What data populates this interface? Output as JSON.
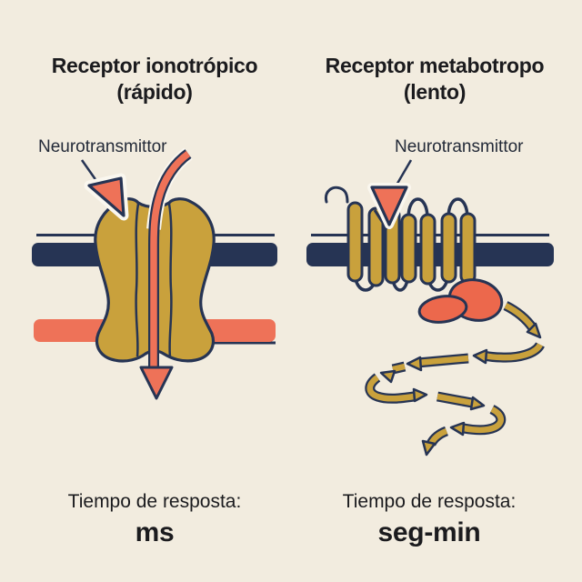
{
  "colors": {
    "background": "#f2ecdf",
    "navy": "#263454",
    "gold": "#c9a13c",
    "salmon": "#ee7258",
    "salmon_deep": "#ec684c",
    "halo": "#faf7ef",
    "text_dark": "#1b1b1e",
    "text_label": "#232a38"
  },
  "left_panel": {
    "title_line1": "Receptor ionotrópico",
    "title_line2": "(rápido)",
    "neurotransmitter_label": "Neurotransmittor",
    "response_label": "Tiempo de resposta:",
    "response_value": "ms"
  },
  "right_panel": {
    "title_line1": "Receptor metabotropo",
    "title_line2": "(lento)",
    "neurotransmitter_label": "Neurotransmittor",
    "response_label": "Tiempo de resposta:",
    "response_value": "seg-min"
  }
}
